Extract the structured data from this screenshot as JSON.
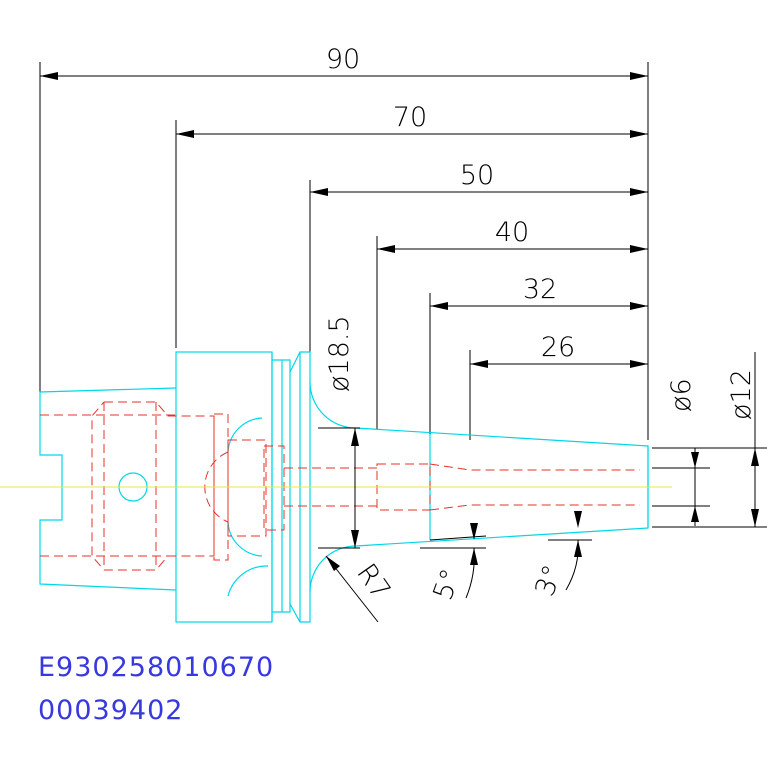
{
  "dimensions": {
    "len_90": "90",
    "len_70": "70",
    "len_50": "50",
    "len_40": "40",
    "len_32": "32",
    "len_26": "26",
    "dia_18_5": "ø18.5",
    "dia_6": "ø6",
    "dia_12": "ø12",
    "radius": "R7",
    "angle_5": "5°",
    "angle_3": "3°"
  },
  "part_codes": {
    "line1": "E930258010670",
    "line2": "00039402"
  },
  "colors": {
    "body": "#00d8e8",
    "hidden": "#e8302a",
    "center": "#e8e840",
    "dimension": "#000000",
    "code_text": "#3838e0"
  }
}
